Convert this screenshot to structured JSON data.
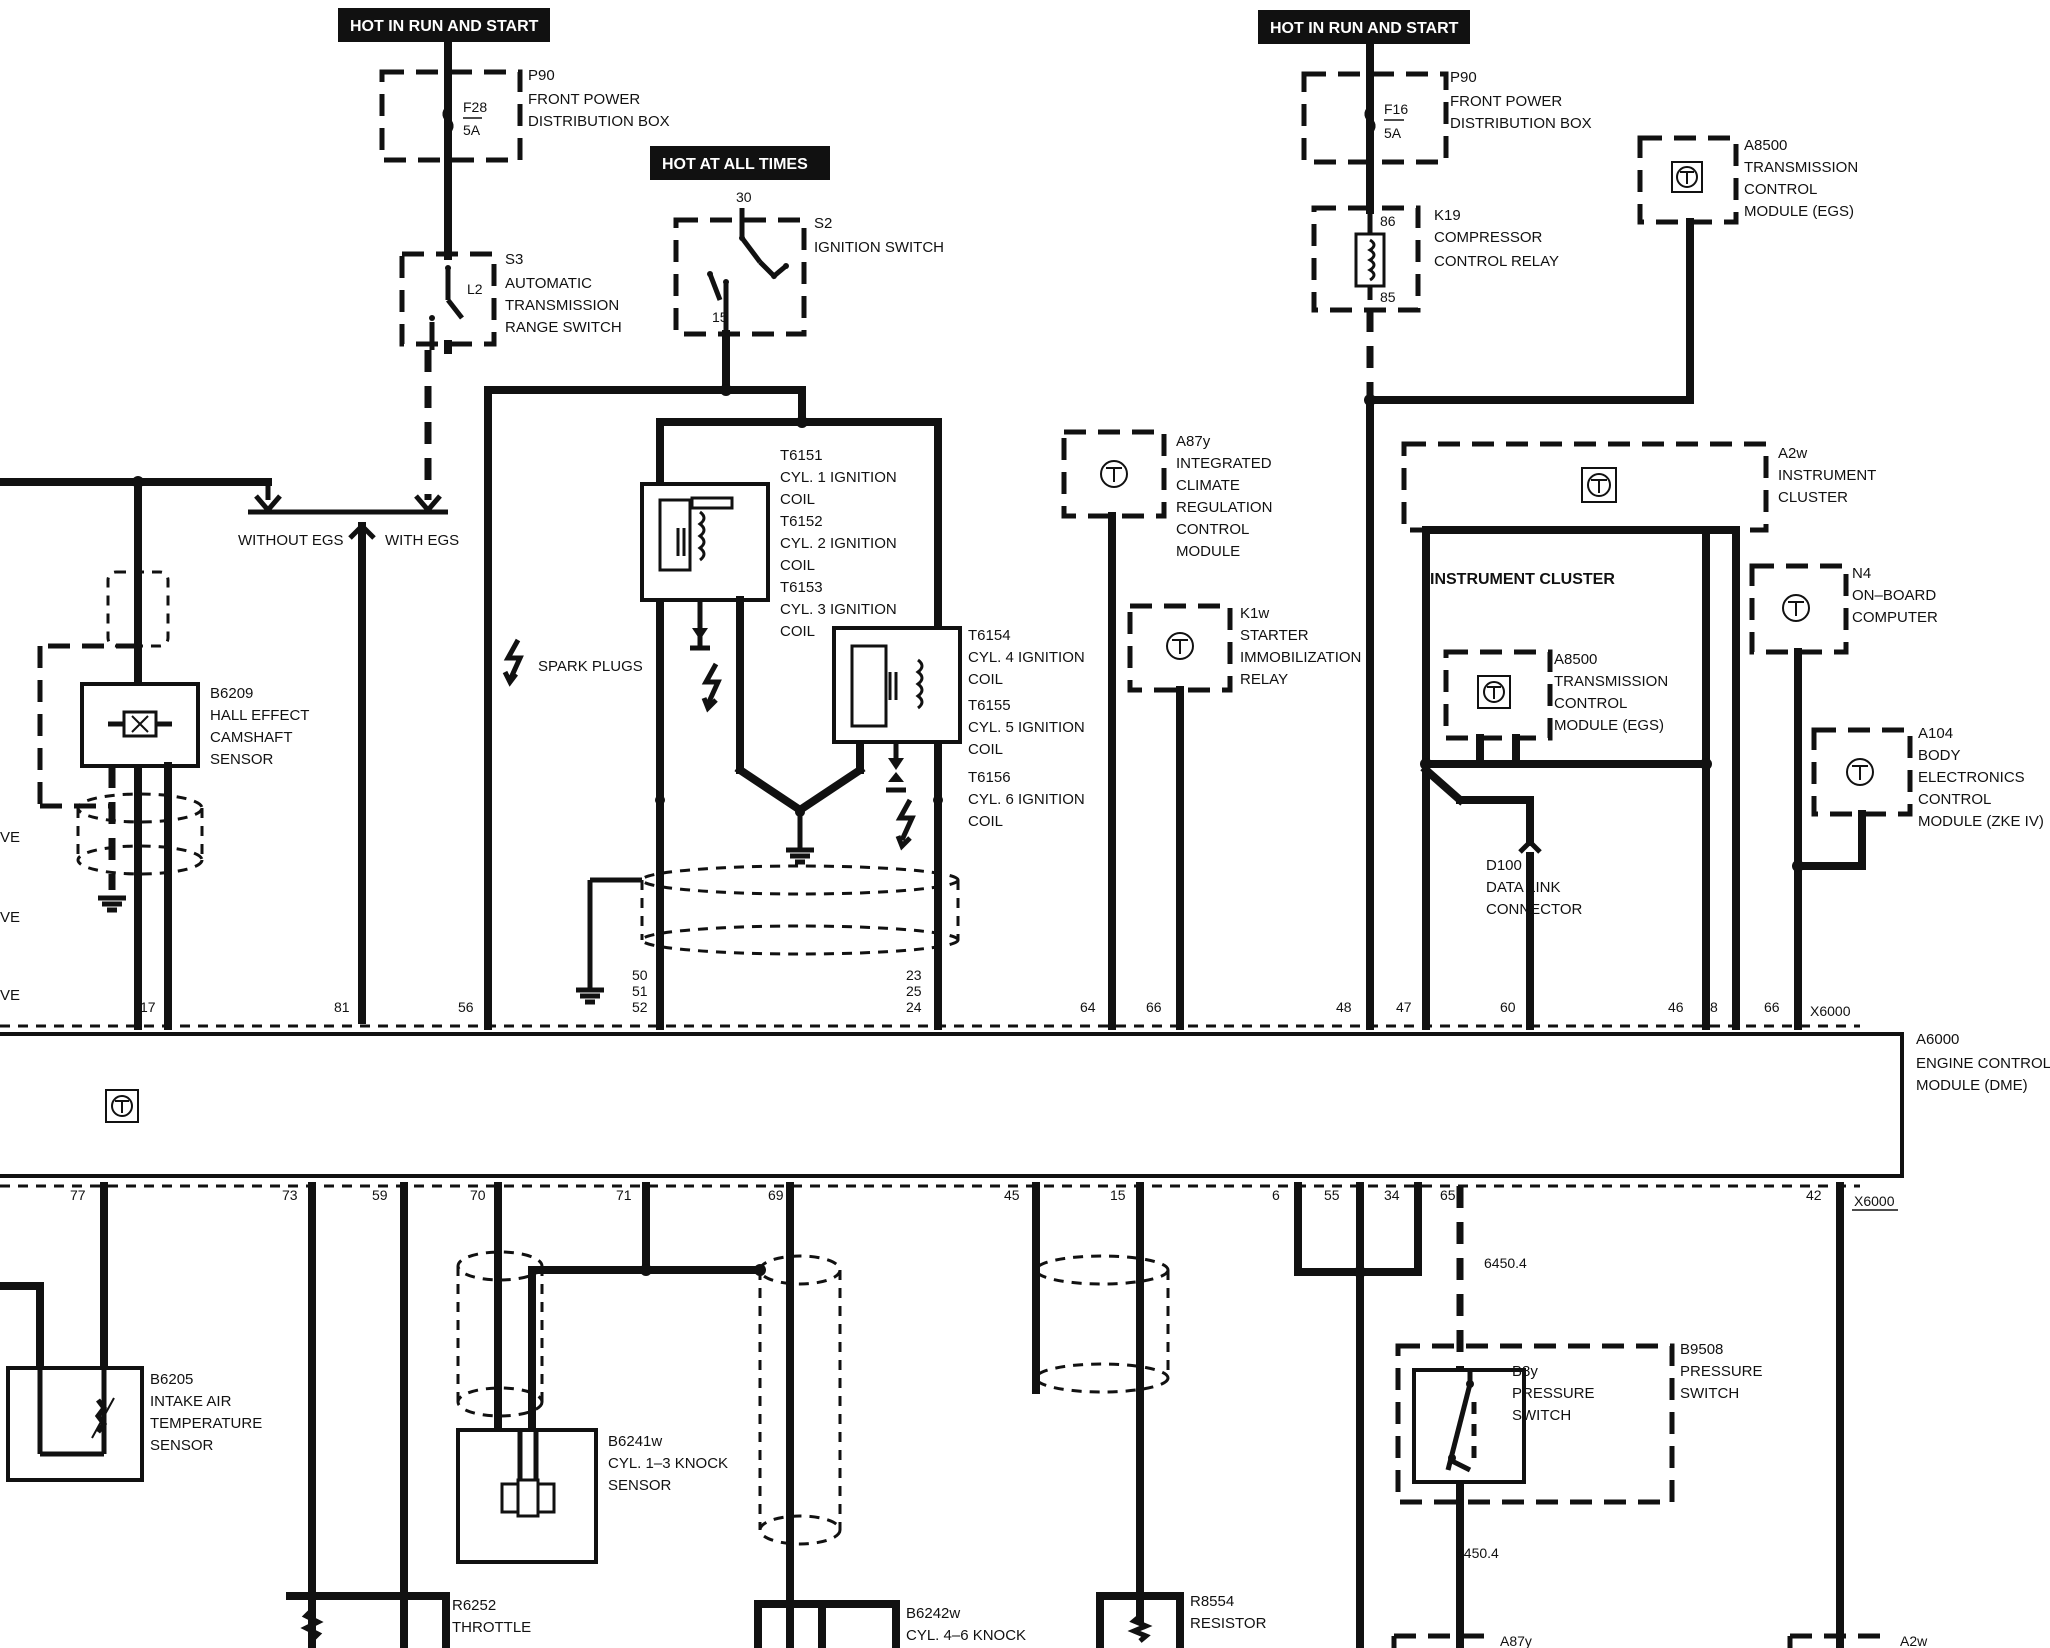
{
  "banners": {
    "hot_run_start_left": "HOT IN RUN AND START",
    "hot_all_times": "HOT AT ALL TIMES",
    "hot_run_start_right": "HOT IN RUN AND START"
  },
  "components": {
    "p90_left": {
      "id": "P90",
      "line1": "FRONT POWER",
      "line2": "DISTRIBUTION BOX",
      "fuse": "F28",
      "amps": "5A"
    },
    "s3": {
      "id": "S3",
      "line1": "AUTOMATIC",
      "line2": "TRANSMISSION",
      "line3": "RANGE SWITCH",
      "pin": "L2"
    },
    "s2": {
      "id": "S2",
      "line1": "IGNITION SWITCH",
      "pin_top": "30",
      "pin_bottom": "15"
    },
    "coils_a": {
      "l1": "T6151",
      "l2": "CYL. 1 IGNITION",
      "l3": "COIL",
      "l4": "T6152",
      "l5": "CYL. 2 IGNITION",
      "l6": "COIL",
      "l7": "T6153",
      "l8": "CYL. 3 IGNITION",
      "l9": "COIL"
    },
    "coils_b": {
      "l1": "T6154",
      "l2": "CYL. 4 IGNITION",
      "l3": "COIL",
      "l4": "T6155",
      "l5": "CYL. 5 IGNITION",
      "l6": "COIL",
      "l7": "T6156",
      "l8": "CYL. 6 IGNITION",
      "l9": "COIL"
    },
    "spark_plugs": "SPARK PLUGS",
    "b6209": {
      "id": "B6209",
      "line1": "HALL EFFECT",
      "line2": "CAMSHAFT",
      "line3": "SENSOR"
    },
    "without_egs": "WITHOUT EGS",
    "with_egs": "WITH EGS",
    "p90_right": {
      "id": "P90",
      "line1": "FRONT POWER",
      "line2": "DISTRIBUTION BOX",
      "fuse": "F16",
      "amps": "5A"
    },
    "k19": {
      "id": "K19",
      "line1": "COMPRESSOR",
      "line2": "CONTROL RELAY",
      "pin_top": "86",
      "pin_bottom": "85"
    },
    "a8500_top": {
      "id": "A8500",
      "line1": "TRANSMISSION",
      "line2": "CONTROL",
      "line3": "MODULE (EGS)"
    },
    "a87y": {
      "id": "A87y",
      "line1": "INTEGRATED",
      "line2": "CLIMATE",
      "line3": "REGULATION",
      "line4": "CONTROL",
      "line5": "MODULE"
    },
    "k1w": {
      "id": "K1w",
      "line1": "STARTER",
      "line2": "IMMOBILIZATION",
      "line3": "RELAY"
    },
    "a2w": {
      "id": "A2w",
      "line1": "INSTRUMENT",
      "line2": "CLUSTER"
    },
    "instrument_cluster_label": "INSTRUMENT CLUSTER",
    "a8500_inner": {
      "id": "A8500",
      "line1": "TRANSMISSION",
      "line2": "CONTROL",
      "line3": "MODULE (EGS)"
    },
    "d100": {
      "id": "D100",
      "line1": "DATA LINK",
      "line2": "CONNECTOR"
    },
    "n4": {
      "id": "N4",
      "line1": "ON–BOARD",
      "line2": "COMPUTER"
    },
    "a104": {
      "id": "A104",
      "line1": "BODY",
      "line2": "ELECTRONICS",
      "line3": "CONTROL",
      "line4": "MODULE (ZKE IV)"
    },
    "a6000": {
      "id": "A6000",
      "line1": "ENGINE CONTROL",
      "line2": "MODULE (DME)"
    },
    "x6000_top": "X6000",
    "x6000_bottom": "X6000",
    "b6205": {
      "id": "B6205",
      "line1": "INTAKE AIR",
      "line2": "TEMPERATURE",
      "line3": "SENSOR"
    },
    "b6241w": {
      "id": "B6241w",
      "line1": "CYL. 1–3 KNOCK",
      "line2": "SENSOR"
    },
    "r6252": {
      "id": "R6252",
      "line1": "THROTTLE"
    },
    "b6242w": {
      "id": "B6242w",
      "line1": "CYL. 4–6 KNOCK"
    },
    "r8554": {
      "id": "R8554",
      "line1": "RESISTOR"
    },
    "b8y": {
      "id": "B8y",
      "line1": "PRESSURE",
      "line2": "SWITCH"
    },
    "b9508": {
      "id": "B9508",
      "line1": "PRESSURE",
      "line2": "SWITCH"
    },
    "a87y_bottom": "A87y",
    "a2w_bottom": "A2w",
    "wire_6450_top": "6450.4",
    "wire_6450_bottom": "6450.4",
    "left_edge_labels": [
      "VE",
      "VE",
      "VE"
    ]
  },
  "pins_top": [
    "17",
    "81",
    "56",
    "50",
    "51",
    "52",
    "23",
    "25",
    "24",
    "64",
    "66",
    "48",
    "47",
    "60",
    "46",
    "8",
    "66"
  ],
  "pins_bottom": [
    "77",
    "73",
    "59",
    "70",
    "71",
    "69",
    "45",
    "15",
    "6",
    "55",
    "34",
    "65",
    "42"
  ]
}
